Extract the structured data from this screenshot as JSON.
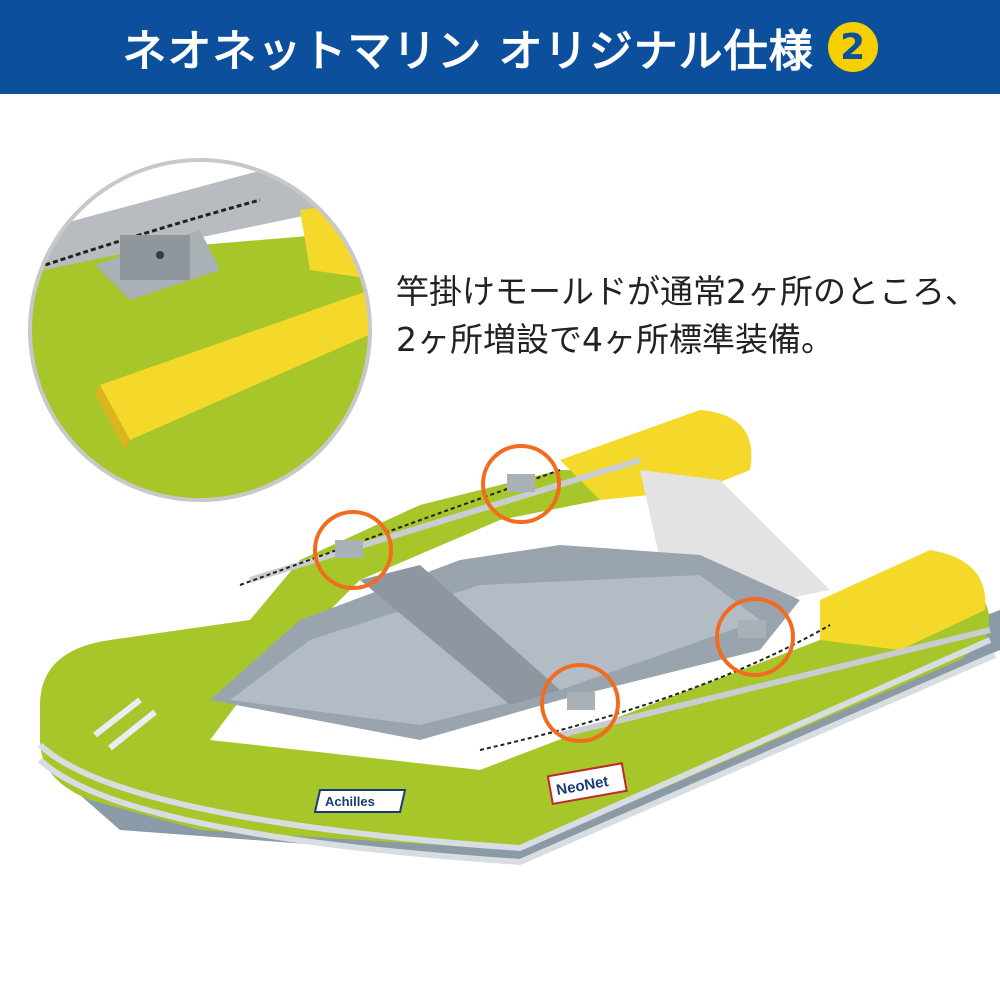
{
  "banner": {
    "title": "ネオネットマリン オリジナル仕様",
    "badge": "2",
    "background": "#0c4f9c",
    "badge_color": "#f5cf00"
  },
  "caption": {
    "line1": "竿掛けモールドが通常2ヶ所のところ、",
    "line2": "2ヶ所増設で4ヶ所標準装備。"
  },
  "boat": {
    "brand_label": "Achilles",
    "sticker_label": "NeoNet",
    "tube_color": "#a6c62a",
    "accent_color": "#f4d92a",
    "highlight_color": "#f26b1f",
    "highlighted_molds": 4
  }
}
